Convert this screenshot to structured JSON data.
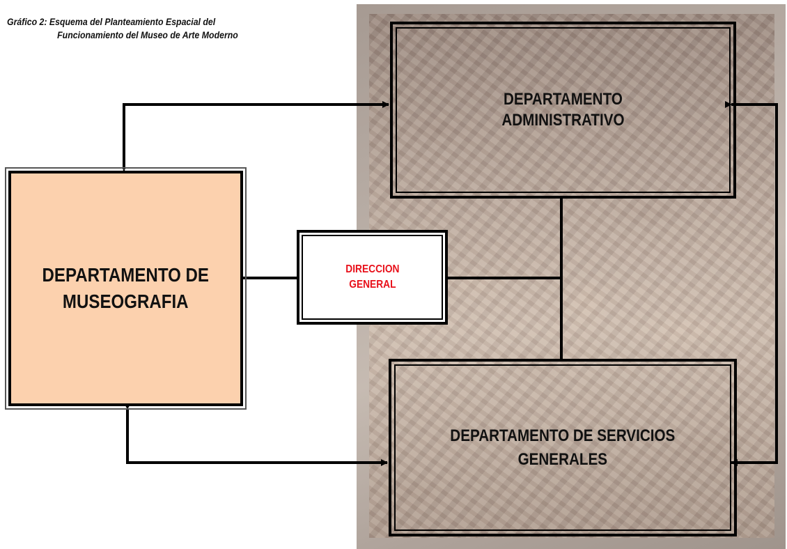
{
  "caption": {
    "line1": "Gráfico 2: Esquema del Planteamiento Espacial del",
    "line2": "Funcionamiento del Museo de Arte Moderno"
  },
  "nodes": {
    "admin": {
      "line1": "DEPARTAMENTO",
      "line2": "ADMINISTRATIVO"
    },
    "museografia": {
      "line1": "DEPARTAMENTO DE",
      "line2": "MUSEOGRAFIA"
    },
    "direccion": {
      "line1": "DIRECCION",
      "line2": "GENERAL"
    },
    "servicios": {
      "line1": "DEPARTAMENTO DE SERVICIOS",
      "line2": "GENERALES"
    }
  },
  "colors": {
    "museografia_fill": "#fcd1ae",
    "direccion_text": "#e8101a",
    "lines": "#000000"
  }
}
